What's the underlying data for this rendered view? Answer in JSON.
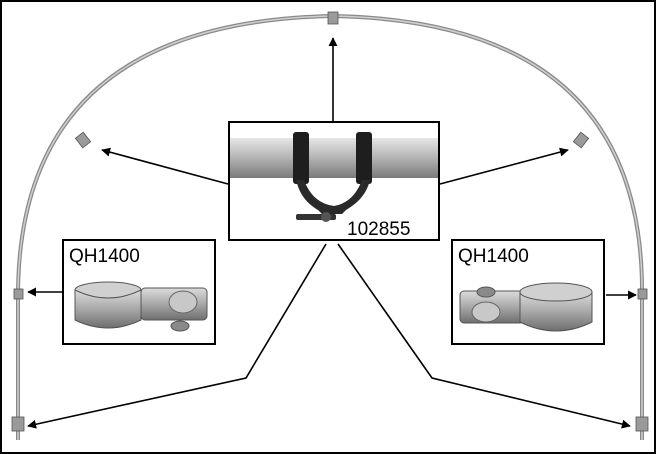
{
  "labels": {
    "left_clamp": "QH1400",
    "right_clamp": "QH1400",
    "center_clamp": "102855"
  },
  "colors": {
    "frame": "#000000",
    "pipe": "#b4b4b4",
    "pipe_dark": "#7d7d7d",
    "strap": "#222222",
    "arrow": "#000000"
  }
}
